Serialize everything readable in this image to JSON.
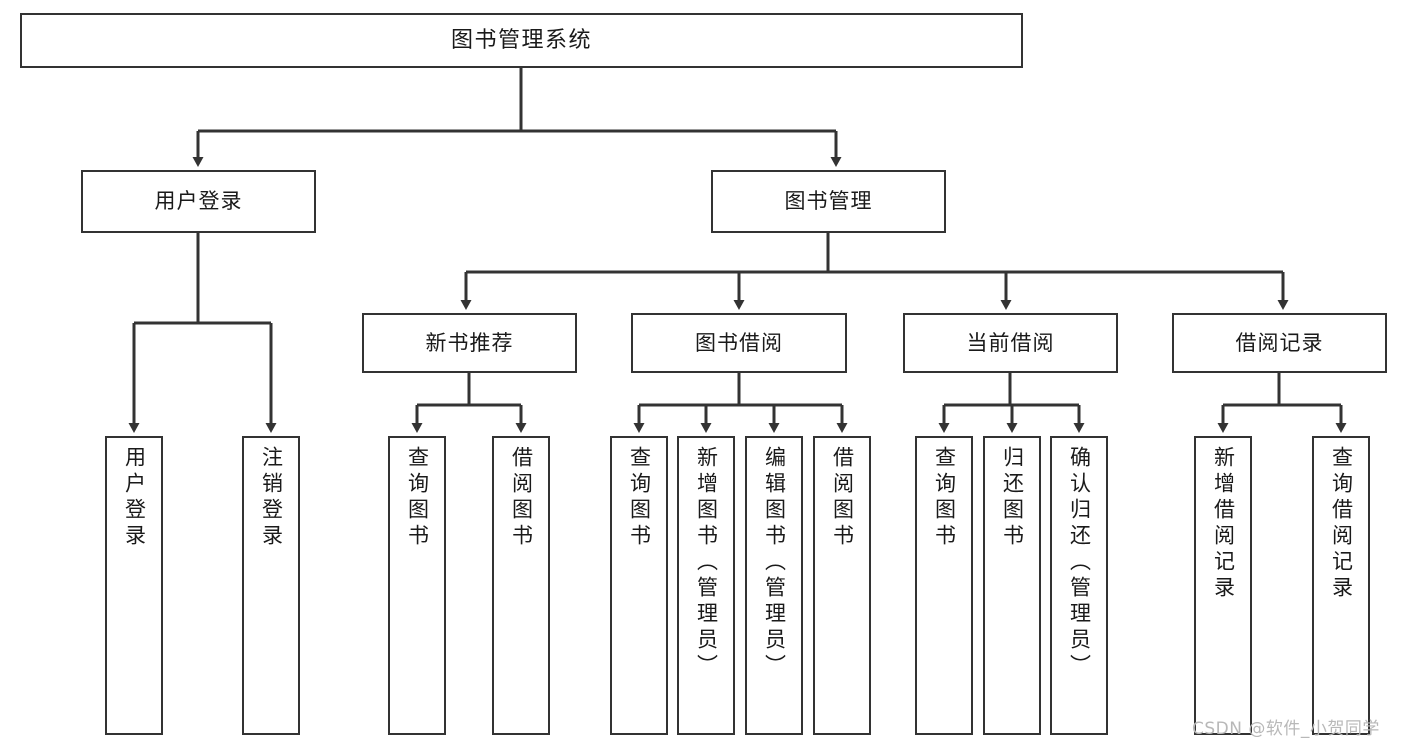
{
  "diagram": {
    "title": "图书管理系统",
    "type": "function-structure-tree",
    "colors": {
      "box_border": "#333333",
      "box_fill": "#ffffff",
      "connector": "#333333",
      "text": "#1a1a1a",
      "watermark": "#b8b8b8",
      "background": "#ffffff"
    },
    "nodes": {
      "root": {
        "label": "图书管理系统"
      },
      "level2": [
        {
          "label": "用户登录"
        },
        {
          "label": "图书管理"
        }
      ],
      "level3": [
        {
          "label": "新书推荐"
        },
        {
          "label": "图书借阅"
        },
        {
          "label": "当前借阅"
        },
        {
          "label": "借阅记录"
        }
      ],
      "leaves": {
        "user_login": [
          {
            "label": "用户登录"
          },
          {
            "label": "注销登录"
          }
        ],
        "new_book_recommend": [
          {
            "label": "查询图书"
          },
          {
            "label": "借阅图书"
          }
        ],
        "book_borrow": [
          {
            "label": "查询图书"
          },
          {
            "label": "新增图书（管理员）"
          },
          {
            "label": "编辑图书（管理员）"
          },
          {
            "label": "借阅图书"
          }
        ],
        "current_borrow": [
          {
            "label": "查询图书"
          },
          {
            "label": "归还图书"
          },
          {
            "label": "确认归还（管理员）"
          }
        ],
        "borrow_record": [
          {
            "label": "新增借阅记录"
          },
          {
            "label": "查询借阅记录"
          }
        ]
      }
    },
    "watermark": {
      "text": "CSDN @软件_小贺同学"
    }
  }
}
